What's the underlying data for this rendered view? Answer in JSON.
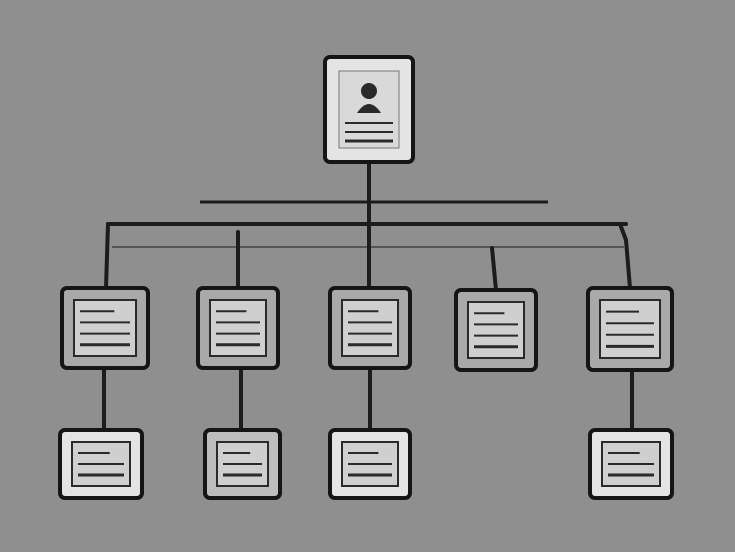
{
  "theme": {
    "background": "#8f8f8f",
    "line": "#1c1c1c",
    "box_border": "#151515",
    "box_fill_dark": "#a9a9a9",
    "box_fill_light": "#e4e4e4",
    "glyph": "#2a2a2a"
  },
  "diagram": {
    "type": "hierarchy",
    "nodes": [
      {
        "id": "root",
        "icon": "person-document-icon",
        "level": 0
      },
      {
        "id": "mid-1",
        "icon": "document-icon",
        "level": 1,
        "parent": "root"
      },
      {
        "id": "mid-2",
        "icon": "document-icon",
        "level": 1,
        "parent": "root"
      },
      {
        "id": "mid-3",
        "icon": "document-icon",
        "level": 1,
        "parent": "root"
      },
      {
        "id": "mid-4",
        "icon": "document-icon",
        "level": 1,
        "parent": "root"
      },
      {
        "id": "mid-5",
        "icon": "document-icon",
        "level": 1,
        "parent": "root"
      },
      {
        "id": "leaf-1",
        "icon": "document-icon",
        "level": 2,
        "parent": "mid-1"
      },
      {
        "id": "leaf-2",
        "icon": "document-icon",
        "level": 2,
        "parent": "mid-2"
      },
      {
        "id": "leaf-3",
        "icon": "document-icon",
        "level": 2,
        "parent": "mid-3"
      },
      {
        "id": "leaf-5",
        "icon": "document-icon",
        "level": 2,
        "parent": "mid-5"
      }
    ]
  }
}
